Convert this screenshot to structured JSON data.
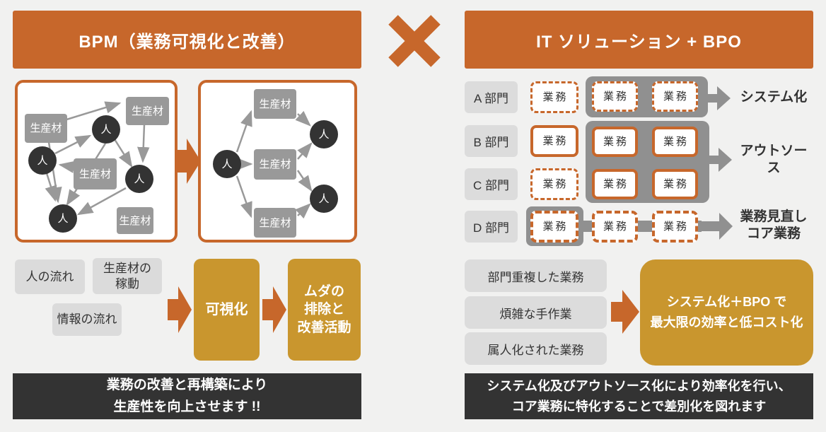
{
  "colors": {
    "orange": "#C7672B",
    "gold": "#C9962E",
    "dark_bar": "#333333",
    "gray_node": "#999999",
    "gray_container": "#909090",
    "light_gray_box": "#DCDCDC",
    "background": "#F1F1F0"
  },
  "center_icon": "multiply-icon",
  "left_panel": {
    "header": "BPM（業務可視化と改善）",
    "network_labels": {
      "material": "生産材",
      "person": "人"
    },
    "factors": [
      {
        "lines": [
          "人の流れ"
        ]
      },
      {
        "lines": [
          "生産材の",
          "稼動"
        ]
      },
      {
        "lines": [
          "情報の流れ"
        ]
      }
    ],
    "step1": "可視化",
    "step2_lines": [
      "ムダの",
      "排除と",
      "改善活動"
    ],
    "conclusion_lines": [
      "業務の改善と再構築により",
      "生産性を向上させます !!"
    ]
  },
  "right_panel": {
    "header": "IT ソリューション + BPO",
    "department_rows": [
      {
        "label": "A 部門"
      },
      {
        "label": "B 部門"
      },
      {
        "label": "C 部門"
      },
      {
        "label": "D 部門"
      }
    ],
    "task_label": "業務",
    "outcomes": [
      {
        "lines": [
          "システム化"
        ]
      },
      {
        "lines": [
          "アウトソース"
        ]
      },
      {
        "lines": [
          "業務見直し",
          "コア業務"
        ]
      }
    ],
    "problems": [
      "部門重複した業務",
      "煩雑な手作業",
      "属人化された業務"
    ],
    "solution_lines": [
      "システム化＋BPO で",
      "最大限の効率と低コスト化"
    ],
    "conclusion_lines": [
      "システム化及びアウトソース化により効率化を行い、",
      "コア業務に特化することで差別化を図れます"
    ]
  }
}
